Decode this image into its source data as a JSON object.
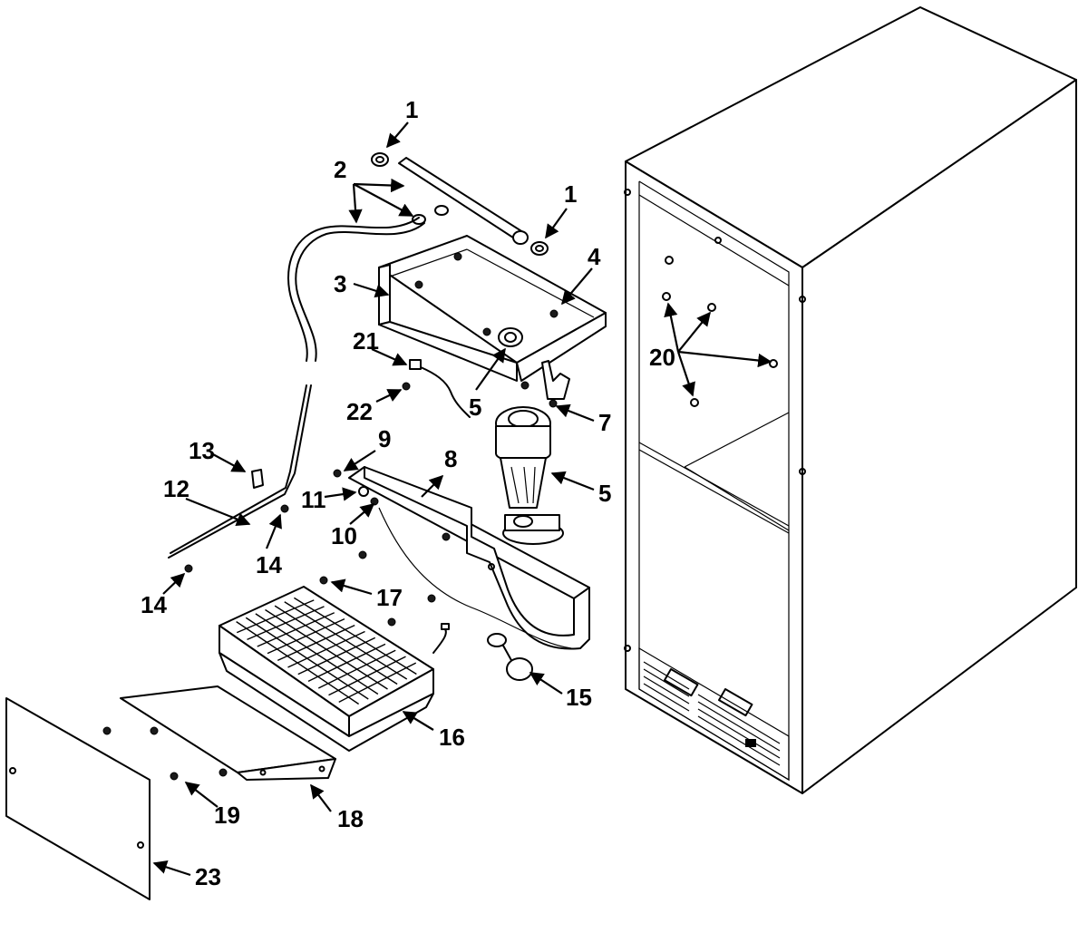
{
  "diagram": {
    "callouts": {
      "c1a": "1",
      "c1b": "1",
      "c2": "2",
      "c3": "3",
      "c4": "4",
      "c5a": "5",
      "c5b": "5",
      "c7": "7",
      "c8": "8",
      "c9": "9",
      "c10": "10",
      "c11": "11",
      "c12": "12",
      "c13": "13",
      "c14a": "14",
      "c14b": "14",
      "c15": "15",
      "c16": "16",
      "c17": "17",
      "c18": "18",
      "c19": "19",
      "c20": "20",
      "c21": "21",
      "c22": "22",
      "c23": "23"
    }
  }
}
